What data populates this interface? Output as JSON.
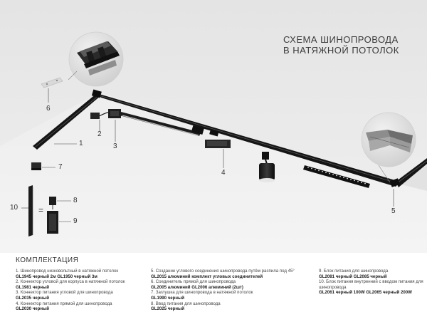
{
  "title": {
    "line1": "СХЕМА ШИНОПРОВОДА",
    "line2": "В НАТЯЖНОЙ ПОТОЛОК"
  },
  "callouts": {
    "c1": "1",
    "c2": "2",
    "c3": "3",
    "c4": "4",
    "c5": "5",
    "c6": "6",
    "c7": "7",
    "c8": "8",
    "c9": "9",
    "c10": "10",
    "eq": "="
  },
  "kit": {
    "heading": "КОМПЛЕКТАЦИЯ",
    "col1": [
      {
        "text": "1. Шинопровод низковольтный в натяжной потолок",
        "code": false
      },
      {
        "text": "GL1945 черный 2м  GL1950 черный 3м",
        "code": true
      },
      {
        "text": "2. Коннектор угловой для корпуса в натяжной потолок",
        "code": false
      },
      {
        "text": "GL1981 черный",
        "code": true
      },
      {
        "text": "3. Коннектор питания угловой для шинопровода",
        "code": false
      },
      {
        "text": "GL2035 черный",
        "code": true
      },
      {
        "text": "4. Коннектор питания прямой для шинопровода",
        "code": false
      },
      {
        "text": "GL2030 черный",
        "code": true
      }
    ],
    "col2": [
      {
        "text": "5. Создание углового соединения шинопровода путём распила под 45°",
        "code": false
      },
      {
        "text": "GL2015 алюминий комплект угловых соединителей",
        "code": true
      },
      {
        "text": "6. Соединитель прямой для шинопровода",
        "code": false
      },
      {
        "text": "GL2005 алюминий    GL2006 алюминий (2шт)",
        "code": true
      },
      {
        "text": "7. Заглушка для шинопровода в натяжной потолок",
        "code": false
      },
      {
        "text": "GL1990 черный",
        "code": true
      },
      {
        "text": "8. Ввод питания для шинопровода",
        "code": false
      },
      {
        "text": "GL2025 черный",
        "code": true
      }
    ],
    "col3": [
      {
        "text": "9. Блок питания для шинопровода",
        "code": false
      },
      {
        "text": "GL2081 черный     GL2085 черный",
        "code": true
      },
      {
        "text": "10. Блок питания внутренний с вводом питания для шинопровода",
        "code": false,
        "wrap": true
      },
      {
        "text": "GL2061 черный 100W     GL2065 черный 200W",
        "code": true
      }
    ]
  }
}
